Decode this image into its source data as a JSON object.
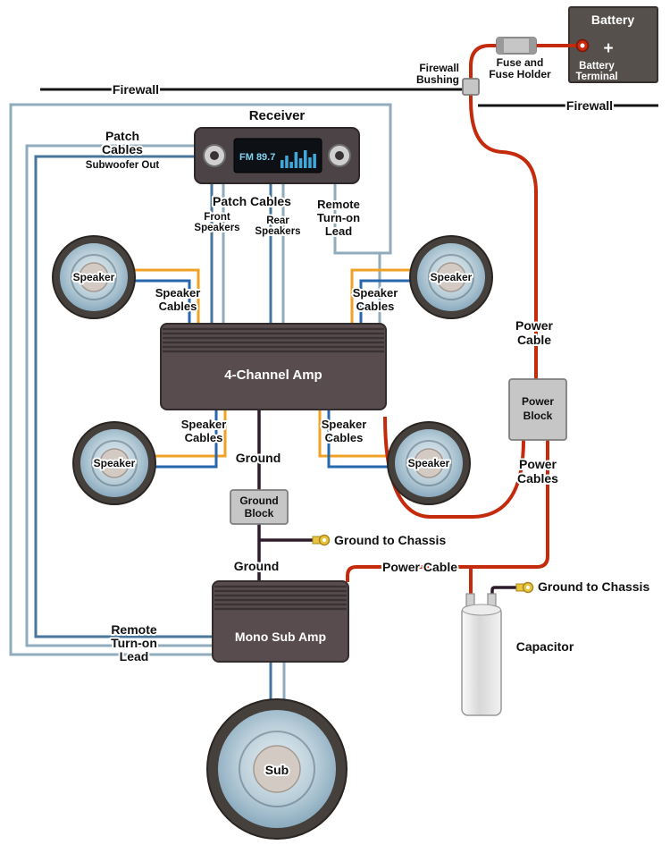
{
  "colors": {
    "power_cable": "#c42a0c",
    "patch_light": "#8fabbc",
    "patch_dark": "#47759b",
    "speaker_orange": "#f0a125",
    "speaker_blue": "#2767ad",
    "ground_wire": "#2e1b29",
    "terminal_yellow": "#e8c53d",
    "firewall_line": "#141414"
  },
  "labels": {
    "battery": "Battery",
    "battery_terminal": [
      "Battery",
      "Terminal"
    ],
    "battery_plus": "+",
    "fuse_holder": [
      "Fuse and",
      "Fuse Holder"
    ],
    "firewall_bushing": [
      "Firewall",
      "Bushing"
    ],
    "firewall_left": "Firewall",
    "firewall_right": "Firewall",
    "receiver": "Receiver",
    "receiver_display": "FM 89.7",
    "patch_cables_left": [
      "Patch",
      "Cables"
    ],
    "subwoofer_out": "Subwoofer Out",
    "patch_cables_bottom": "Patch Cables",
    "front_speakers": [
      "Front",
      "Speakers"
    ],
    "rear_speakers": [
      "Rear",
      "Speakers"
    ],
    "remote_lead_top": [
      "Remote",
      "Turn-on",
      "Lead"
    ],
    "remote_lead_left": [
      "Remote",
      "Turn-on",
      "Lead"
    ],
    "speaker": "Speaker",
    "speaker_cables": [
      "Speaker",
      "Cables"
    ],
    "four_channel_amp": "4-Channel Amp",
    "ground": "Ground",
    "ground_block": [
      "Ground",
      "Block"
    ],
    "ground_to_chassis": "Ground to Chassis",
    "power_cable_vert": [
      "Power",
      "Cable"
    ],
    "power_block": [
      "Power",
      "Block"
    ],
    "power_cables": [
      "Power",
      "Cables"
    ],
    "power_cable_mid": "Power Cable",
    "mono_sub_amp": "Mono Sub Amp",
    "capacitor": "Capacitor",
    "sub": "Sub"
  }
}
